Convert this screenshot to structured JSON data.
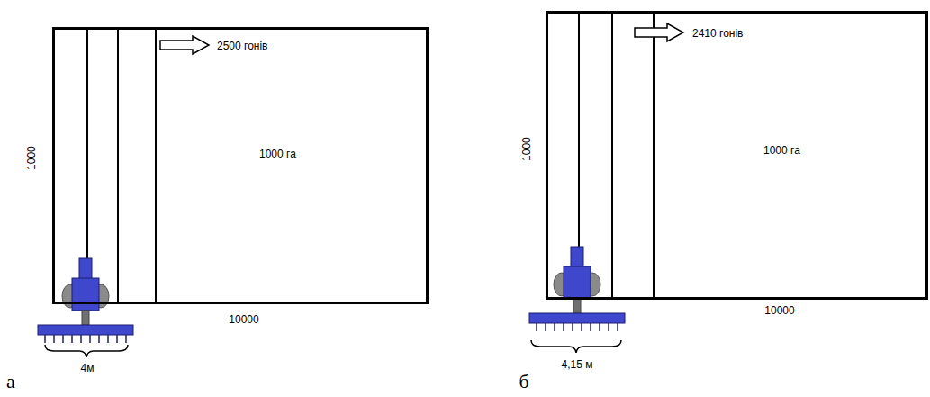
{
  "diagram": {
    "nodes": [
      {
        "text": [
          "2500 гонів",
          "1000 га"
        ]
      },
      {
        "text": [
          "2410 гонів",
          "1000 га"
        ]
      }
    ],
    "labels": [
      "1000",
      "10000",
      "4м",
      "а",
      "1000",
      "10000",
      "4,15 м",
      "б"
    ]
  }
}
